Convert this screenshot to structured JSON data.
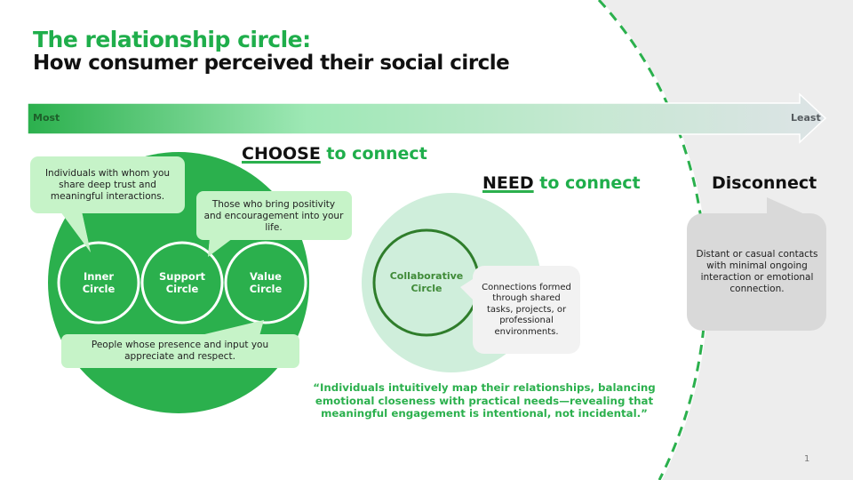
{
  "header": {
    "title_line1": "The relationship circle:",
    "title_line2": "How consumer perceived their social circle"
  },
  "scale_arrow": {
    "start_label": "Most",
    "end_label": "Least"
  },
  "sections": {
    "choose": {
      "keyword": "CHOOSE",
      "rest": " to connect",
      "circles": [
        {
          "label": "Inner\nCircle",
          "line1": "Inner",
          "line2": "Circle",
          "description": "Individuals with whom you share deep trust and meaningful interactions."
        },
        {
          "label": "Support\nCircle",
          "line1": "Support",
          "line2": "Circle",
          "description": "Those who bring positivity and encouragement into your life."
        },
        {
          "label": "Value\nCircle",
          "line1": "Value",
          "line2": "Circle",
          "description": "People whose presence and input you appreciate and respect."
        }
      ]
    },
    "need": {
      "keyword": "NEED",
      "rest": " to connect",
      "circle": {
        "line1": "Collaborative",
        "line2": "Circle",
        "description": "Connections formed through shared tasks, projects, or professional environments."
      }
    },
    "disconnect": {
      "title": "Disconnect",
      "description": "Distant or casual contacts with minimal ongoing interaction or emotional connection."
    }
  },
  "quote": "“Individuals intuitively map their relationships, balancing emotional closeness with practical needs—revealing that meaningful engagement is intentional, not incidental.”",
  "page_number": "1",
  "colors": {
    "brand_green": "#1fae4b",
    "circle_green": "#2bb04d",
    "light_green_bubble": "#c6f3c8",
    "collab_bg": "#cfeedb",
    "collab_ring": "#2f7d2b",
    "grey_zone": "#ededed",
    "grey_bubble": "#d9d9d9"
  }
}
